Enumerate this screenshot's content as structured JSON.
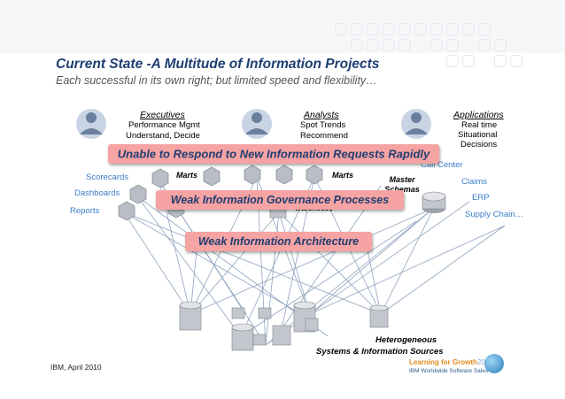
{
  "title": "Current State -A Multitude of Information Projects",
  "subtitle": "Each successful in its own right; but limited speed and flexibility…",
  "user_groups": {
    "executives": {
      "heading": "Executives",
      "lines": [
        "Performance Mgmt",
        "Understand, Decide"
      ]
    },
    "analysts": {
      "heading": "Analysts",
      "lines": [
        "Spot Trends",
        "Recommend"
      ]
    },
    "applications": {
      "heading": "Applications",
      "lines": [
        "Real time",
        "Situational",
        "Decisions"
      ]
    }
  },
  "left_tools": [
    "Scorecards",
    "Dashboards",
    "Reports"
  ],
  "right_apps": [
    "Call Center",
    "Claims",
    "ERP",
    "Supply Chain…"
  ],
  "middle_labels": {
    "marts_left": "Marts",
    "marts_right": "Marts",
    "master_schemas": "Master Schemas",
    "warehouse": "Warehouse"
  },
  "banners": {
    "respond": "Unable to Respond to New Information Requests Rapidly",
    "governance": "Weak Information Governance Processes",
    "architecture": "Weak Information Architecture"
  },
  "sources_label": [
    "Heterogeneous",
    "Systems & Information Sources"
  ],
  "footer": "IBM, April 2010",
  "brand": {
    "main": "Learning for Growth",
    "year": "2010",
    "sub": "IBM Worldwide Software Sales"
  },
  "colors": {
    "title": "#1f3e72",
    "banner": "#f6a3a3",
    "link_text": "#3a7dc9",
    "brand_orange": "#e58a1e"
  },
  "icons": [
    "person-icon",
    "cube-icon",
    "database-icon",
    "server-icon",
    "globe-icon"
  ]
}
